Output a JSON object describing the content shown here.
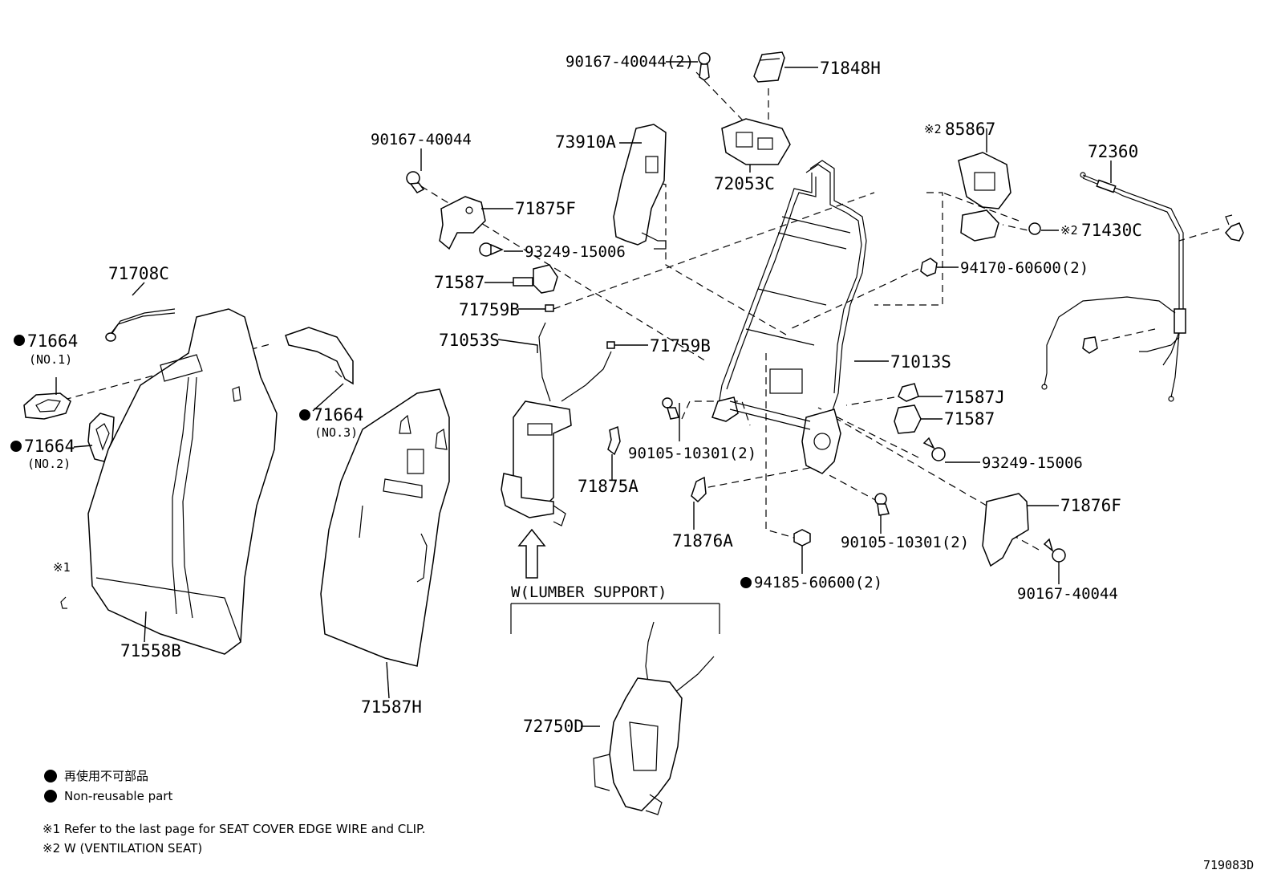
{
  "diagram_id": "719083D",
  "parts": {
    "p71848H": "71848H",
    "p90167_40044_2_top": "90167-40044(2)",
    "p72053C": "72053C",
    "p73910A": "73910A",
    "p90167_40044_a": "90167-40044",
    "p71875F": "71875F",
    "p93249_15006_a": "93249-15006",
    "p71587_a": "71587",
    "p71759B_a": "71759B",
    "p71053S": "71053S",
    "p71759B_b": "71759B",
    "p71708C": "71708C",
    "p71664_no1": "71664",
    "no1": "(NO.1)",
    "p71664_no2": "71664",
    "no2": "(NO.2)",
    "p71664_no3": "71664",
    "no3": "(NO.3)",
    "note1_mark": "※1",
    "p71558B": "71558B",
    "p71587H": "71587H",
    "p90105_10301_a": "90105-10301(2)",
    "p71875A": "71875A",
    "p71876A": "71876A",
    "p94185_60600": "94185-60600(2)",
    "p90105_10301_b": "90105-10301(2)",
    "p71013S": "71013S",
    "p71587J": "71587J",
    "p71587_b": "71587",
    "p93249_15006_b": "93249-15006",
    "p71876F": "71876F",
    "p90167_40044_b": "90167-40044",
    "p85867_mark": "※2",
    "p85867": "85867",
    "p72360": "72360",
    "p71430C_mark": "※2",
    "p71430C": "71430C",
    "p94170_60600": "94170-60600(2)",
    "lumbar_label": "W(LUMBER SUPPORT)",
    "p72750D": "72750D"
  },
  "legend": {
    "nonreusable_jp": "再使用不可部品",
    "nonreusable_en": "Non-reusable part",
    "note1": "※1  Refer to the last page for SEAT COVER EDGE WIRE and CLIP.",
    "note2": "※2  W (VENTILATION  SEAT)"
  }
}
